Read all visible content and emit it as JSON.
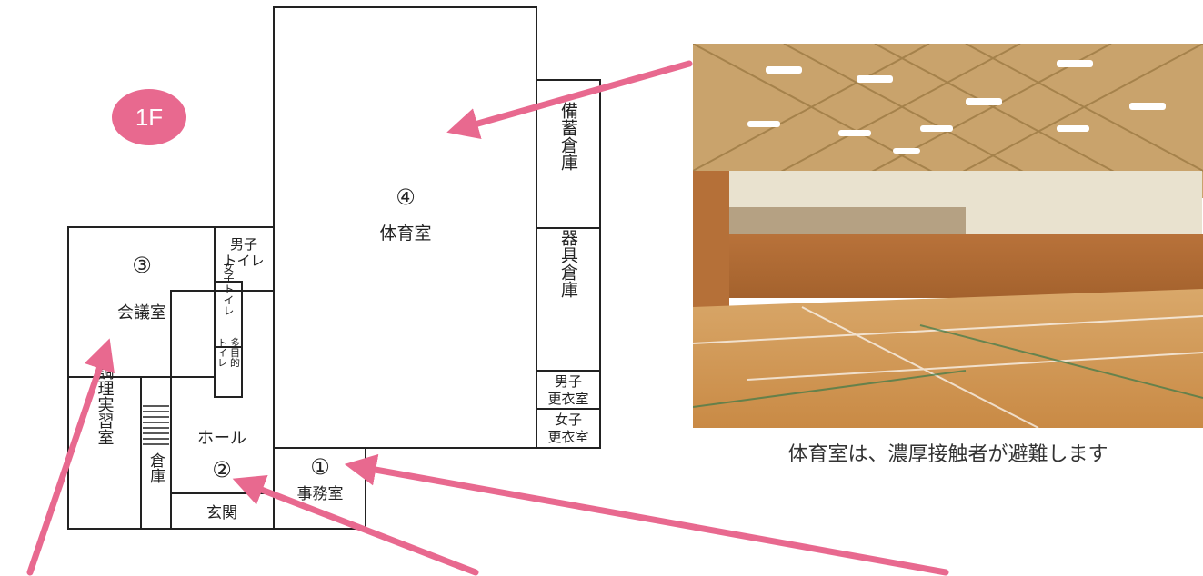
{
  "floor_badge": {
    "label": "1F",
    "color": "#e8698f"
  },
  "arrow_color": "#e8698f",
  "rooms": {
    "gym": {
      "number": "④",
      "name": "体育室"
    },
    "stockpile_storage": {
      "name": "備蓄倉庫"
    },
    "equipment_storage": {
      "name": "器具倉庫"
    },
    "mens_locker": {
      "line1": "男子",
      "line2": "更衣室"
    },
    "womens_locker": {
      "line1": "女子",
      "line2": "更衣室"
    },
    "meeting_room": {
      "number": "③",
      "name": "会議室"
    },
    "mens_toilet": {
      "line1": "男子",
      "line2": "トイレ"
    },
    "womens_toilet": {
      "name": "女子トイレ"
    },
    "multipurpose_toilet": {
      "col1": "トイレ",
      "col2": "多目的"
    },
    "cooking_room": {
      "name": "調理実習室"
    },
    "storage": {
      "name": "倉庫"
    },
    "hall": {
      "number": "②",
      "name": "ホール"
    },
    "entrance": {
      "name": "玄関"
    },
    "office": {
      "number": "①",
      "name": "事務室"
    }
  },
  "photo": {
    "caption": "体育室は、濃厚接触者が避難します"
  }
}
